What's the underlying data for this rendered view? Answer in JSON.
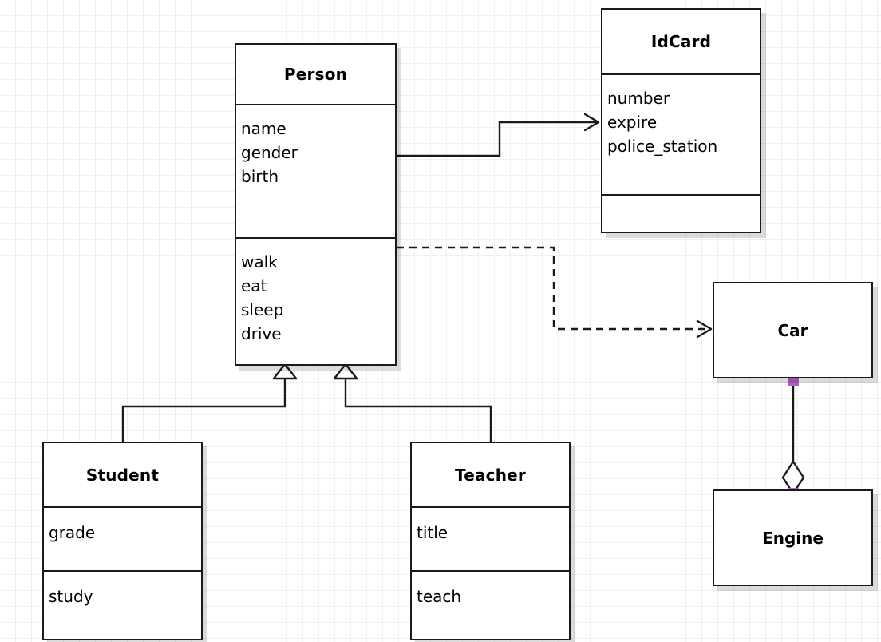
{
  "diagram": {
    "type": "uml-class-diagram",
    "background": "#ffffff",
    "grid_color": "#f0f0f0",
    "line_color": "#1a1a1a",
    "endpoint_marker_color": "#b060c0"
  },
  "classes": {
    "person": {
      "name": "Person",
      "attributes": [
        "name",
        "gender",
        "birth"
      ],
      "methods": [
        "walk",
        "eat",
        "sleep",
        "drive"
      ]
    },
    "idcard": {
      "name": "IdCard",
      "attributes": [
        "number",
        "expire",
        "police_station"
      ],
      "methods": []
    },
    "student": {
      "name": "Student",
      "attributes": [
        "grade"
      ],
      "methods": [
        "study"
      ]
    },
    "teacher": {
      "name": "Teacher",
      "attributes": [
        "title"
      ],
      "methods": [
        "teach"
      ]
    },
    "car": {
      "name": "Car",
      "attributes": [],
      "methods": []
    },
    "engine": {
      "name": "Engine",
      "attributes": [],
      "methods": []
    }
  },
  "relations": [
    {
      "id": "person-idcard",
      "kind": "association",
      "from": "Person",
      "to": "IdCard",
      "style": "solid",
      "arrow": "open"
    },
    {
      "id": "person-car",
      "kind": "dependency",
      "from": "Person",
      "to": "Car",
      "style": "dashed",
      "arrow": "open"
    },
    {
      "id": "student-person",
      "kind": "generalization",
      "from": "Student",
      "to": "Person",
      "style": "solid",
      "arrow": "hollow-triangle"
    },
    {
      "id": "teacher-person",
      "kind": "generalization",
      "from": "Teacher",
      "to": "Person",
      "style": "solid",
      "arrow": "hollow-triangle"
    },
    {
      "id": "car-engine",
      "kind": "aggregation",
      "from": "Car",
      "to": "Engine",
      "style": "solid",
      "arrow": "hollow-diamond"
    }
  ]
}
